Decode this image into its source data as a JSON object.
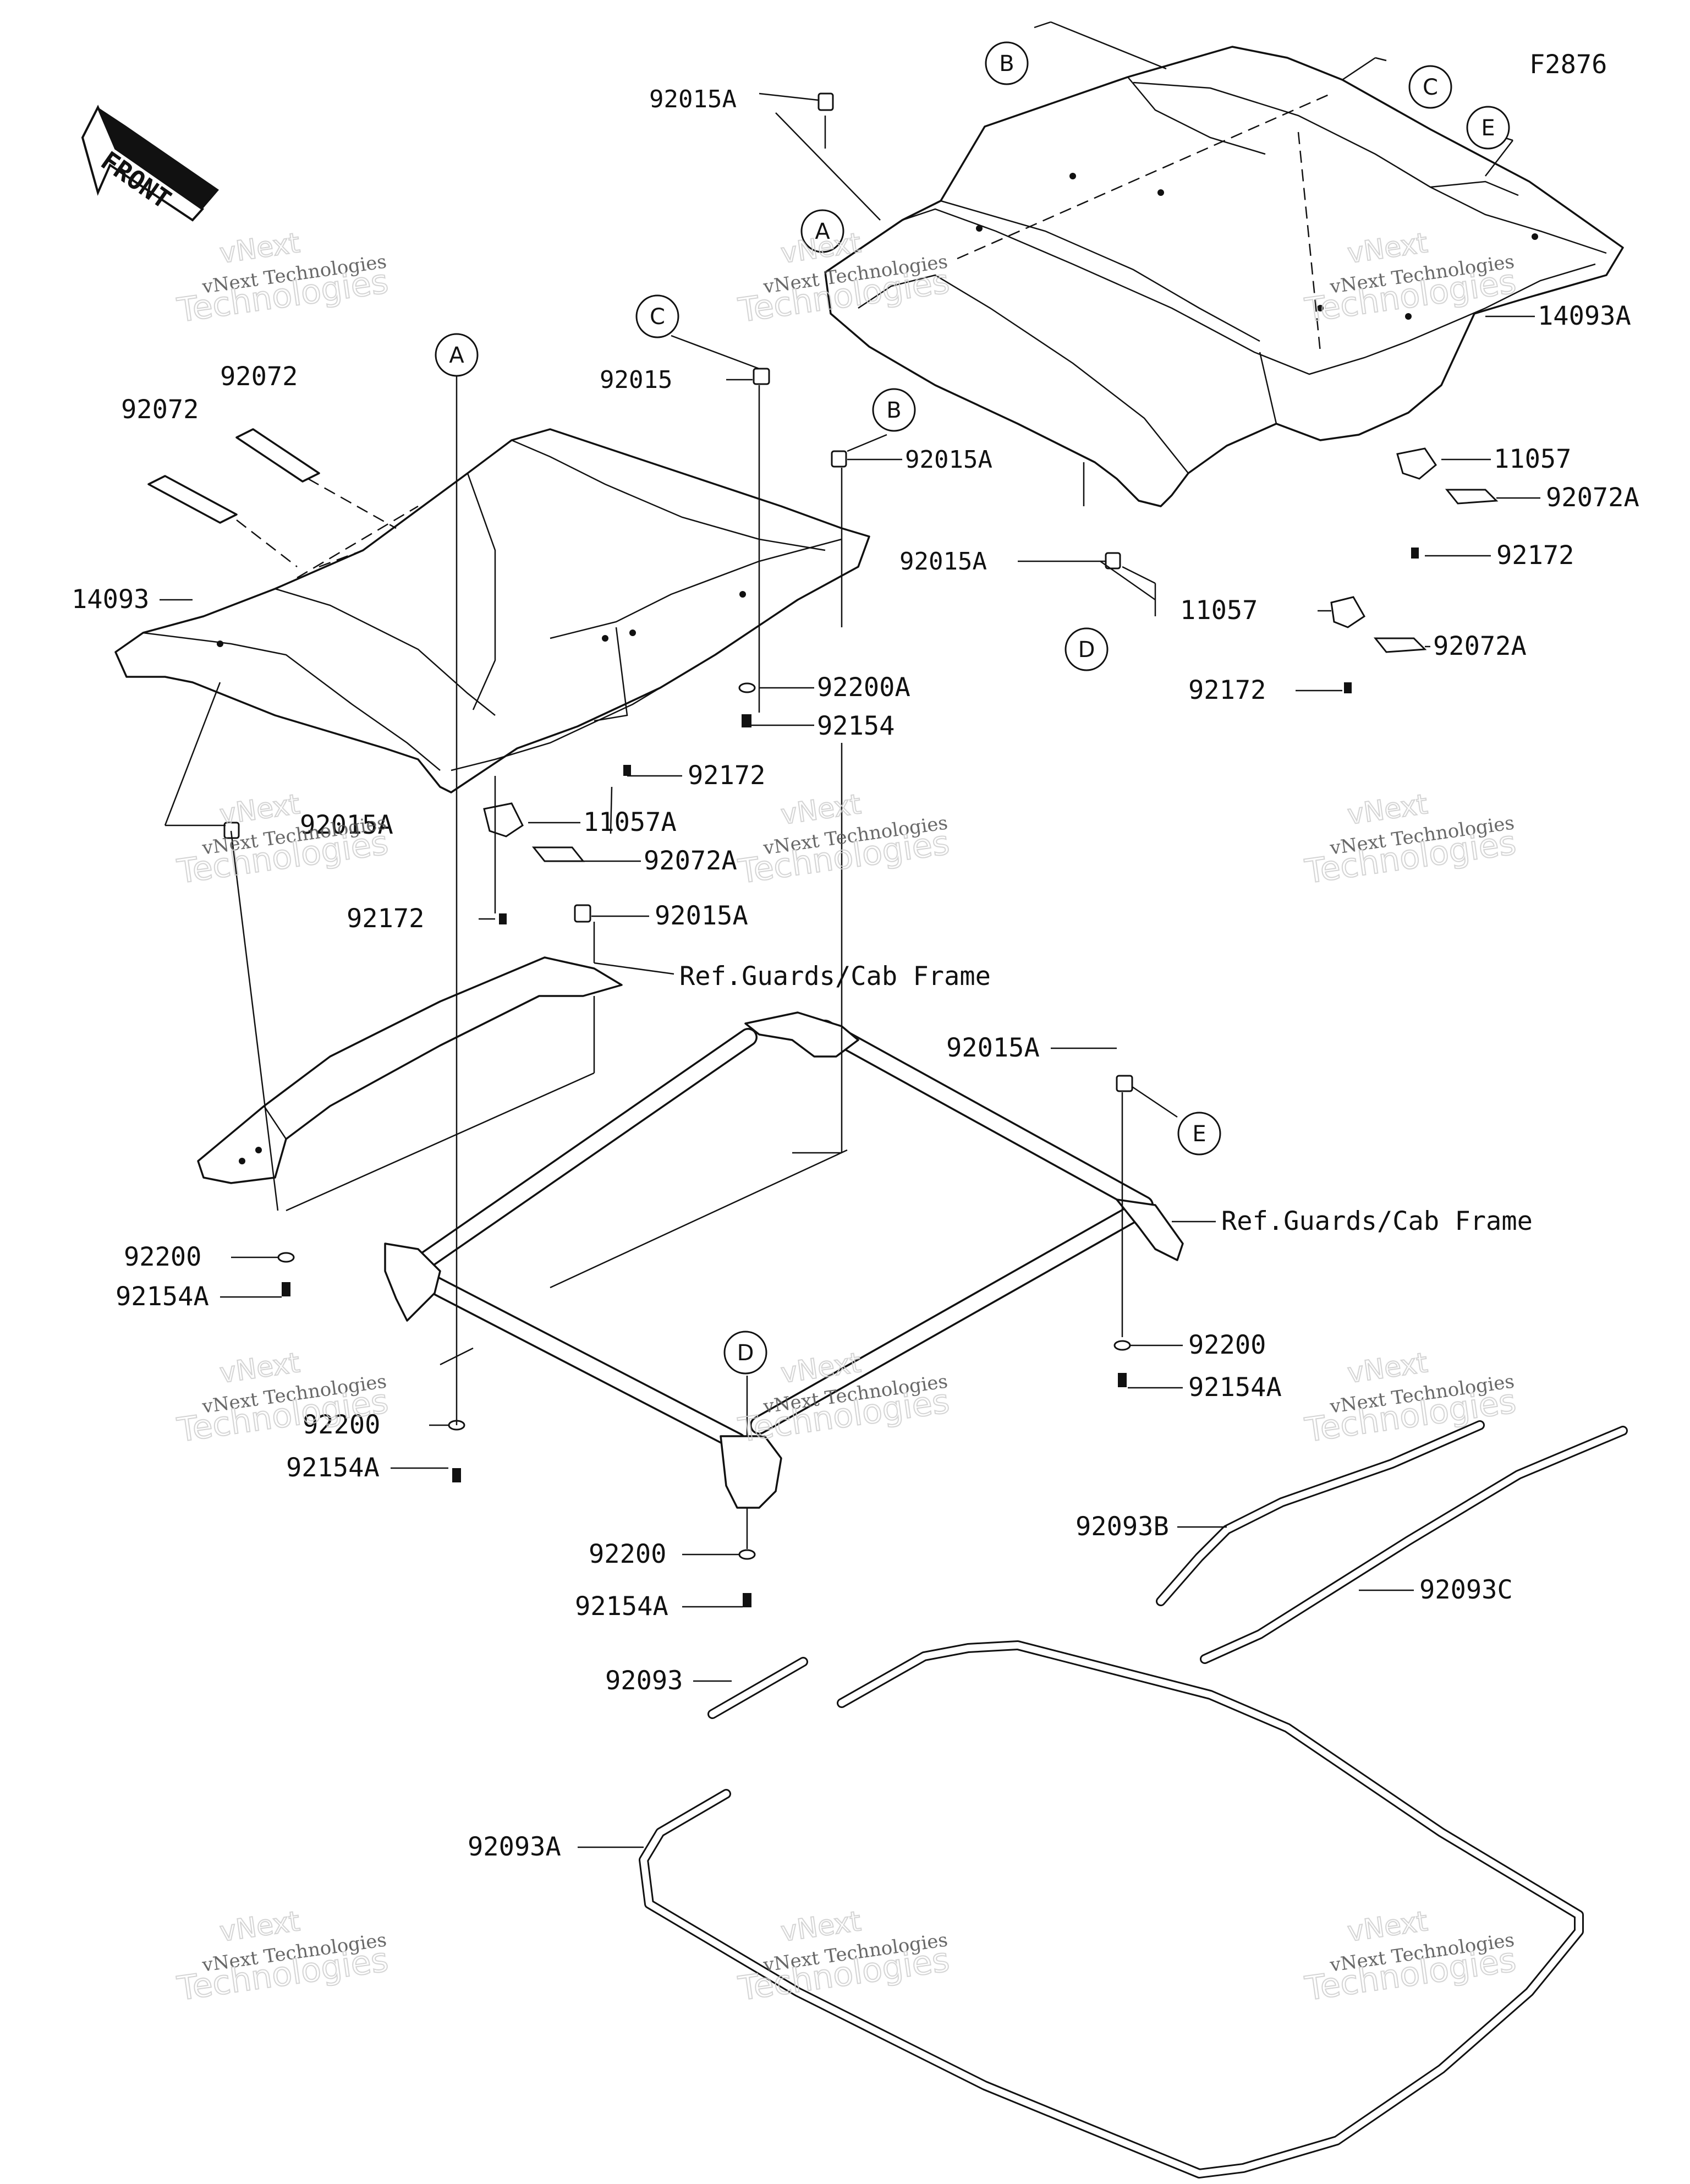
{
  "figure_code": "F2876",
  "front_arrow_label": "FRONT",
  "callout_letters": {
    "a_upper": "A",
    "a_lower": "A",
    "b_upper": "B",
    "b_lower": "B",
    "c_upper": "C",
    "c_lower": "C",
    "d_upper": "D",
    "d_lower": "D",
    "e_upper": "E",
    "e_lower": "E"
  },
  "part_labels": {
    "p92015A_top": "92015A",
    "p92015_c": "92015",
    "p92015A_b": "92015A",
    "p92015A_d": "92015A",
    "p14093A": "14093A",
    "p11057_r1": "11057",
    "p92072A_r1": "92072A",
    "p92172_r1": "92172",
    "p11057_r2": "11057",
    "p92072A_r2": "92072A",
    "p92172_r2": "92172",
    "p92072_a": "92072",
    "p92072_b": "92072",
    "p14093": "14093",
    "p92200A": "92200A",
    "p92154_top": "92154",
    "p92172_mid": "92172",
    "p92015A_left": "92015A",
    "p11057A": "11057A",
    "p92072A_left": "92072A",
    "p92172_left": "92172",
    "p92015A_center": "92015A",
    "ref_guards_1": "Ref.Guards/Cab Frame",
    "p92015A_e": "92015A",
    "ref_guards_2": "Ref.Guards/Cab Frame",
    "p92200_l": "92200",
    "p92154A_l": "92154A",
    "p92200_r": "92200",
    "p92154A_r": "92154A",
    "p92200_a": "92200",
    "p92154A_a": "92154A",
    "p92200_d": "92200",
    "p92154A_d": "92154A",
    "p92093B": "92093B",
    "p92093C": "92093C",
    "p92093": "92093",
    "p92093A": "92093A"
  },
  "watermark": {
    "line1": "vNext Technologies",
    "line2": "Technologies",
    "line_small": "vNext"
  }
}
